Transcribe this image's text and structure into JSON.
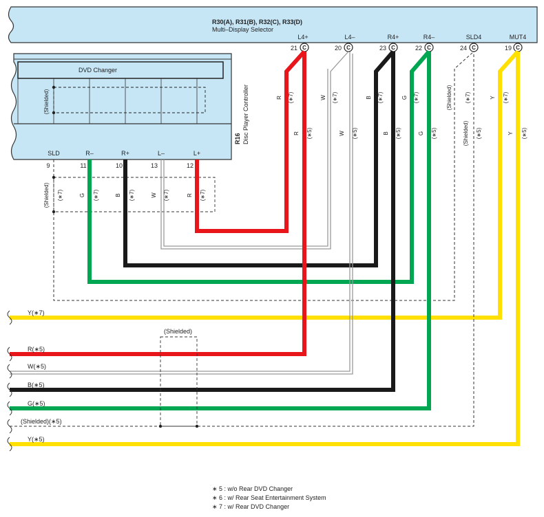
{
  "header_box": {
    "title": "R30(A), R31(B), R32(C), R33(D)",
    "subtitle": "Multi–Display Selector",
    "fill": "#c6e6f6"
  },
  "selector_pins": [
    {
      "label": "L4+",
      "num": "21",
      "conn": "C"
    },
    {
      "label": "L4–",
      "num": "20",
      "conn": "C"
    },
    {
      "label": "R4+",
      "num": "23",
      "conn": "C"
    },
    {
      "label": "R4–",
      "num": "22",
      "conn": "C"
    },
    {
      "label": "SLD4",
      "num": "24",
      "conn": "C"
    },
    {
      "label": "MUT4",
      "num": "19",
      "conn": "C"
    }
  ],
  "controller": {
    "id": "R16",
    "name": "Disc Player Controller",
    "dvd_label": "DVD Changer",
    "shielded": "(Shielded)",
    "pins": [
      {
        "label": "SLD",
        "num": "9"
      },
      {
        "label": "R–",
        "num": "11"
      },
      {
        "label": "R+",
        "num": "10"
      },
      {
        "label": "L–",
        "num": "13"
      },
      {
        "label": "L+",
        "num": "12"
      }
    ]
  },
  "wire_labels_upper": [
    {
      "color": "R",
      "note": "(∗7)"
    },
    {
      "color": "W",
      "note": "(∗7)"
    },
    {
      "color": "B",
      "note": "(∗7)"
    },
    {
      "color": "G",
      "note": "(∗7)"
    },
    {
      "color": "(Shielded)",
      "note": "(∗7)"
    },
    {
      "color": "Y",
      "note": "(∗7)"
    }
  ],
  "wire_labels_lower": [
    {
      "color": "R",
      "note": "(∗5)"
    },
    {
      "color": "W",
      "note": "(∗5)"
    },
    {
      "color": "B",
      "note": "(∗5)"
    },
    {
      "color": "G",
      "note": "(∗5)"
    },
    {
      "color": "(Shielded)",
      "note": "(∗5)"
    },
    {
      "color": "Y",
      "note": "(∗5)"
    }
  ],
  "wire_labels_controller": [
    {
      "color": "(Shielded)",
      "note": "(∗7)"
    },
    {
      "color": "G",
      "note": "(∗7)"
    },
    {
      "color": "B",
      "note": "(∗7)"
    },
    {
      "color": "W",
      "note": "(∗7)"
    },
    {
      "color": "R",
      "note": "(∗7)"
    }
  ],
  "left_lines": [
    "Y(∗7)",
    "R(∗5)",
    "W(∗5)",
    "B(∗5)",
    "G(∗5)",
    "(Shielded)(∗5)",
    "Y(∗5)"
  ],
  "shielded_mid": "(Shielded)",
  "notes": [
    "∗ 5 : w/o Rear DVD Changer",
    "∗ 6 : w/ Rear Seat Entertainment System",
    "∗ 7 : w/ Rear DVD Changer"
  ],
  "colors": {
    "red": "#e8161b",
    "green": "#00a651",
    "yellow": "#ffe000",
    "black": "#1a1a1a",
    "white_wire": "#999999",
    "box_fill": "#c6e6f6"
  }
}
